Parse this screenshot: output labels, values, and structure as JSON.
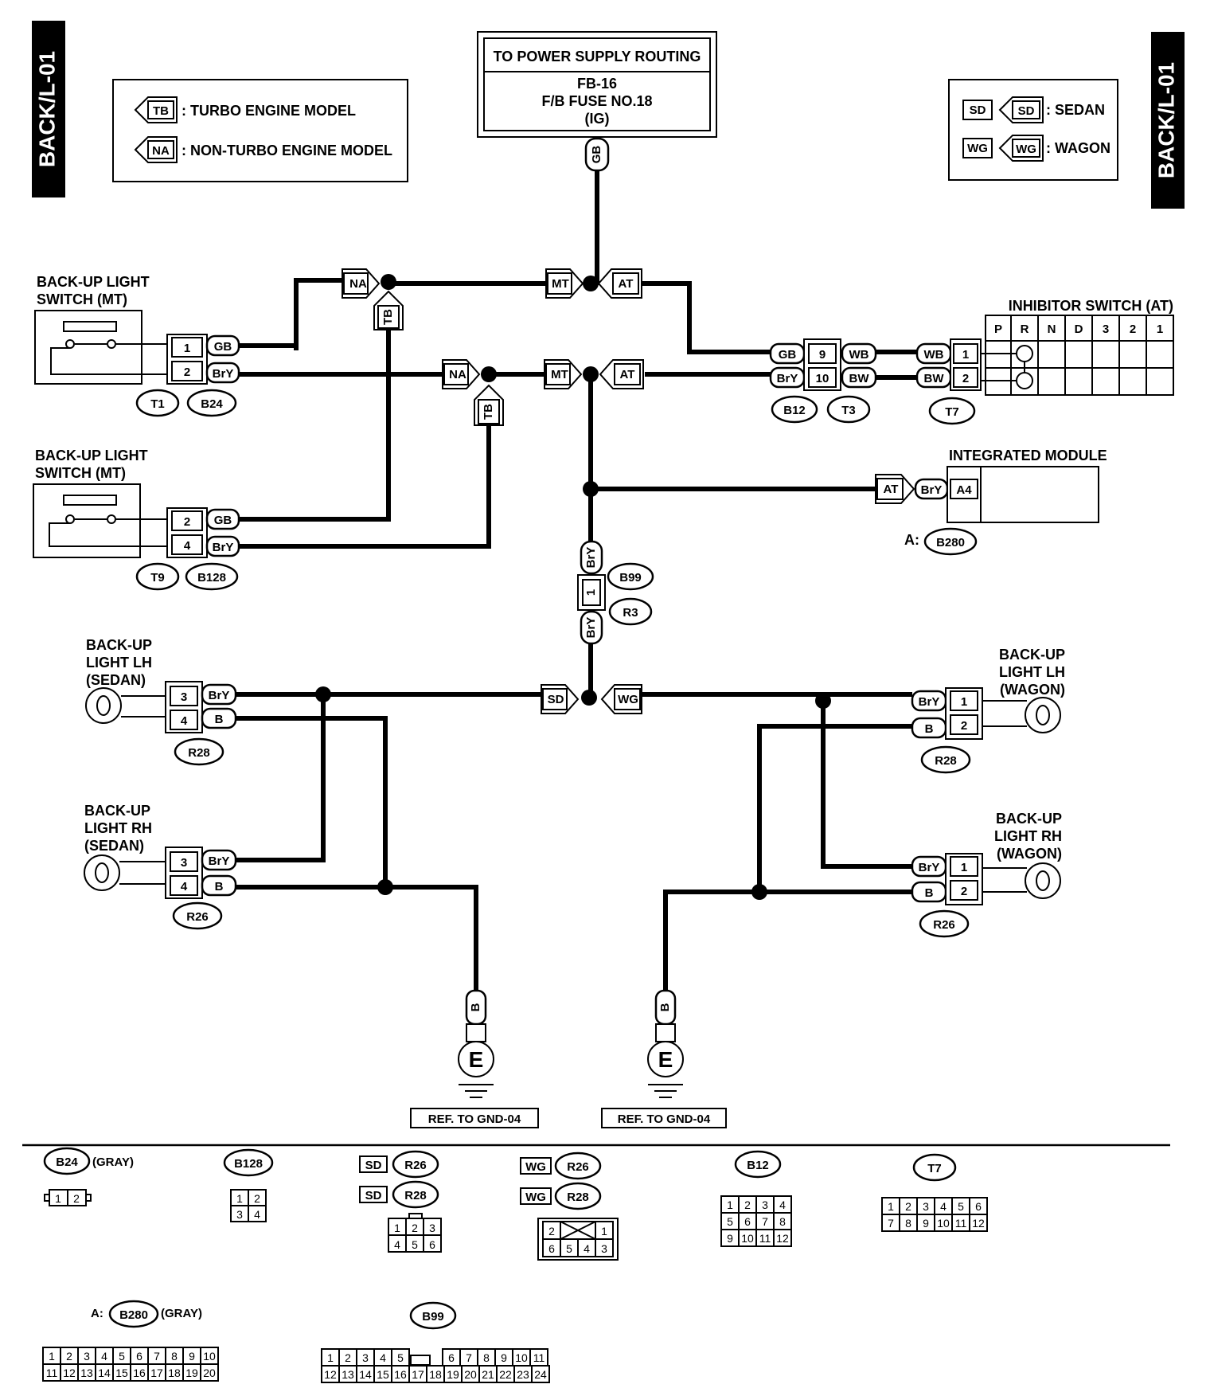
{
  "page_tag": "BACK/L-01",
  "power": {
    "title": "TO POWER SUPPLY ROUTING",
    "fuse_line1": "FB-16",
    "fuse_line2": "F/B FUSE NO.18",
    "fuse_line3": "(IG)",
    "wire": "GB"
  },
  "legend_left": {
    "tb_code": "TB",
    "tb_label": ": TURBO ENGINE MODEL",
    "na_code": "NA",
    "na_label": ": NON-TURBO ENGINE MODEL"
  },
  "legend_right": {
    "sd_code": "SD",
    "sd_label": ": SEDAN",
    "wg_code": "WG",
    "wg_label": ": WAGON"
  },
  "components": {
    "bls1_line1": "BACK-UP LIGHT",
    "bls1_line2": "SWITCH (MT)",
    "bls2_line1": "BACK-UP LIGHT",
    "bls2_line2": "SWITCH (MT)",
    "inhibitor": "INHIBITOR SWITCH (AT)",
    "inhibitor_positions": [
      "P",
      "R",
      "N",
      "D",
      "3",
      "2",
      "1"
    ],
    "integrated_module": "INTEGRATED MODULE",
    "lh_sedan": [
      "BACK-UP",
      "LIGHT LH",
      "(SEDAN)"
    ],
    "rh_sedan": [
      "BACK-UP",
      "LIGHT RH",
      "(SEDAN)"
    ],
    "lh_wagon": [
      "BACK-UP",
      "LIGHT LH",
      "(WAGON)"
    ],
    "rh_wagon": [
      "BACK-UP",
      "LIGHT RH",
      "(WAGON)"
    ]
  },
  "codes": {
    "na": "NA",
    "tb": "TB",
    "mt": "MT",
    "at": "AT",
    "sd": "SD",
    "wg": "WG",
    "gb": "GB",
    "bry": "BrY",
    "wb": "WB",
    "bw": "BW",
    "b": "B",
    "e": "E",
    "a4": "A4",
    "a_prefix": "A:"
  },
  "pins": {
    "p1": "1",
    "p2": "2",
    "p3": "3",
    "p4": "4",
    "p9": "9",
    "p10": "10"
  },
  "connectors": {
    "t1": "T1",
    "b24": "B24",
    "t9": "T9",
    "b128": "B128",
    "b12": "B12",
    "t3": "T3",
    "t7": "T7",
    "b280": "B280",
    "b99": "B99",
    "r3": "R3",
    "r26": "R26",
    "r28": "R28"
  },
  "ground_ref": "REF. TO GND-04",
  "footer": {
    "b24_note": "(GRAY)",
    "b280_note": "(GRAY)",
    "cells_1_2": [
      "1",
      "2"
    ],
    "cells_1_4": [
      "1",
      "2",
      "3",
      "4"
    ],
    "cells_1_6": [
      "1",
      "2",
      "3",
      "4",
      "5",
      "6"
    ],
    "b12_cells": [
      "1",
      "2",
      "3",
      "4",
      "5",
      "6",
      "7",
      "8",
      "9",
      "10",
      "11",
      "12"
    ],
    "t7_cells": [
      "1",
      "2",
      "3",
      "4",
      "5",
      "6",
      "7",
      "8",
      "9",
      "10",
      "11",
      "12"
    ],
    "r26_cells": [
      "2",
      "1",
      "6",
      "5",
      "4",
      "3"
    ],
    "b280_cells": [
      "1",
      "2",
      "3",
      "4",
      "5",
      "6",
      "7",
      "8",
      "9",
      "10",
      "11",
      "12",
      "13",
      "14",
      "15",
      "16",
      "17",
      "18",
      "19",
      "20"
    ],
    "b99_cells": [
      "1",
      "2",
      "3",
      "4",
      "5",
      "6",
      "7",
      "8",
      "9",
      "10",
      "11",
      "12",
      "13",
      "14",
      "15",
      "16",
      "17",
      "18",
      "19",
      "20",
      "21",
      "22",
      "23",
      "24"
    ]
  }
}
